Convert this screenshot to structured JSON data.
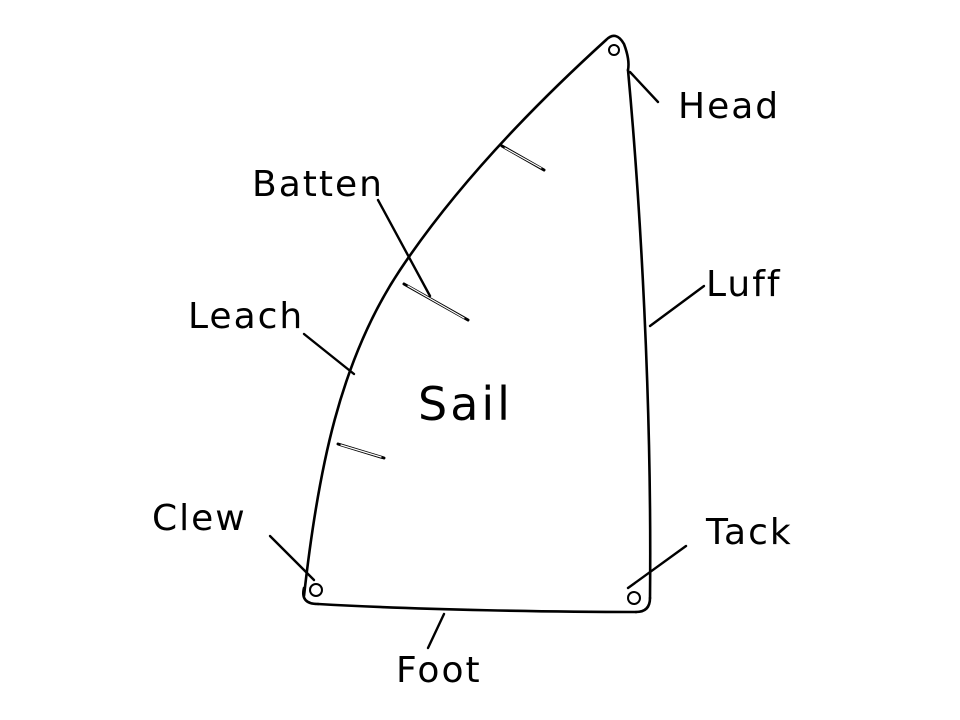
{
  "diagram": {
    "labels": {
      "head": "Head",
      "batten": "Batten",
      "luff": "Luff",
      "leach": "Leach",
      "sail": "Sail",
      "clew": "Clew",
      "tack": "Tack",
      "foot": "Foot"
    },
    "stroke_color": "#000000",
    "background_color": "#ffffff"
  }
}
